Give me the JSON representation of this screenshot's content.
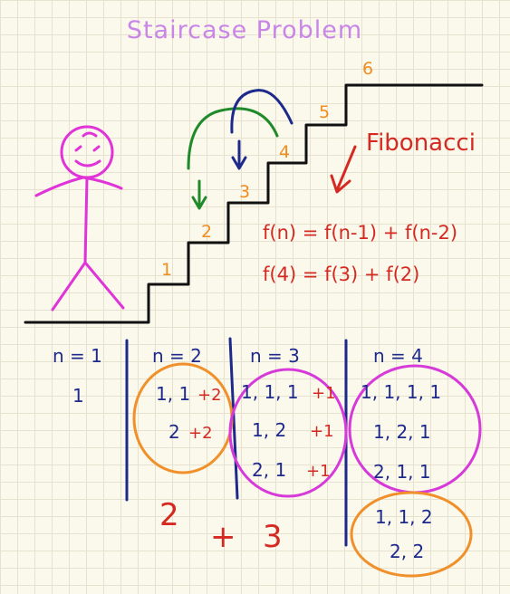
{
  "title": "Staircase Problem",
  "steps": [
    "1",
    "2",
    "3",
    "4",
    "5",
    "6"
  ],
  "label_fibonacci": "Fibonacci",
  "formula_general": "f(n) = f(n-1) + f(n-2)",
  "formula_example": "f(4) = f(3) + f(2)",
  "columns": [
    {
      "header": "n = 1",
      "rows": [
        "1"
      ]
    },
    {
      "header": "n = 2",
      "rows": [
        "1, 1",
        "2"
      ],
      "suffix": "+2"
    },
    {
      "header": "n = 3",
      "rows": [
        "1, 1, 1",
        "1, 2",
        "2, 1"
      ],
      "suffix": "+1"
    },
    {
      "header": "n = 4",
      "rows": [
        "1, 1, 1, 1",
        "1, 2, 1",
        "2, 1, 1",
        "1, 1, 2",
        "2, 2"
      ]
    }
  ],
  "sum_left": "2",
  "sum_op": "+",
  "sum_right": "3",
  "colors": {
    "title": "#c986e6",
    "figure": "#e033d8",
    "stairs": "#111111",
    "step_numbers": "#f28c1e",
    "red": "#d42a22",
    "blue": "#1d2a8c",
    "green": "#1f8a2a",
    "magenta": "#d63ad8",
    "orange": "#f0902a"
  }
}
